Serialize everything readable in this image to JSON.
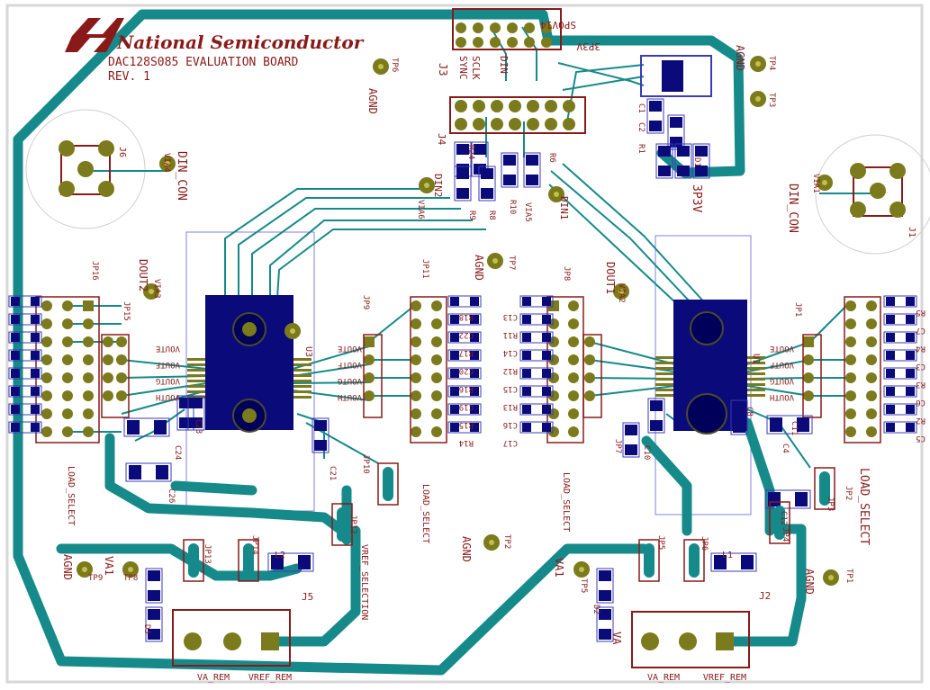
{
  "board": {
    "logo_text": "National Semiconductor",
    "title_line1": "DAC128S085 EVALUATION BOARD",
    "title_line2": "REV. 1"
  },
  "colors": {
    "background": "#ffffff",
    "outline": "#d7d7d7",
    "trace": "#168a8a",
    "silk": "#8a1a1a",
    "pad": "#7b7a1c",
    "pad_ring": "#c2c04a",
    "chip": "#0a0a7a",
    "smd_outline": "#3b3bb8",
    "keepout": "#8080e0",
    "brand": "#8a1a1a"
  },
  "connectors": {
    "j3": "J3",
    "j4": "J4",
    "j3_pin_labels": [
      "SP0V14",
      "3P3V",
      "SCLK",
      "DIN",
      "SYNC"
    ],
    "j5": "J5",
    "j2": "J2",
    "j5_pins": [
      "VA_REM",
      "VREF_REM"
    ],
    "j2_pins": [
      "VA_REM",
      "VREF_REM"
    ],
    "j6": "J6",
    "j1": "J1",
    "via_a4": "VIA4",
    "via_a1": "VIA1",
    "din_con_left": "DIN_CON",
    "din_con_right": "DIN_CON"
  },
  "ics": {
    "u3": "U3",
    "u1": "U1"
  },
  "test_points": {
    "tp6": "TP6",
    "tp4": "TP4",
    "tp3": "TP3",
    "tp7": "TP7",
    "tp2": "TP2",
    "tp1": "TP1",
    "tp9": "TP9",
    "tp8": "TP8",
    "tp5": "TP5"
  },
  "nets": {
    "agnd_top": "AGND",
    "agnd_tp7": "AGND",
    "agnd_tp2": "AGND",
    "agnd_left": "AGND",
    "agnd_right": "AGND",
    "agnd_tp4": "AGND",
    "net_3p3v": "3P3V",
    "din2": "DIN2",
    "din1": "DIN1",
    "dout2": "DOUT2",
    "dout1": "DOUT1",
    "va1_left": "VA1",
    "va1_right": "VA1",
    "va": "VA",
    "vref_selection": "VREF_SELECTION"
  },
  "jumpers": {
    "jp16": "JP16",
    "jp15": "JP15",
    "jp11": "JP11",
    "jp9": "JP9",
    "jp8": "JP8",
    "jp1": "JP1",
    "jp2": "JP2",
    "jp7": "JP7",
    "jp10": "JP10",
    "jp14": "JP14",
    "jp13": "JP13",
    "jp12": "JP12",
    "jp5": "JP5",
    "jp6": "JP6",
    "jp4": "JP4",
    "jp3": "JP3",
    "load_select_1": "LOAD_SELECT",
    "load_select_2": "LOAD_SELECT",
    "load_select_3": "LOAD_SELECT",
    "load_select_4": "LOAD_SELECT"
  },
  "parts": {
    "r24": "R24",
    "r6": "R6",
    "r9": "R9",
    "r8": "R8",
    "r10": "R10",
    "via_a5": "VIA5",
    "via_a6": "VIA6",
    "via_a2": "VIA2",
    "via_a3": "VIA3",
    "c1": "C1",
    "c2": "C2",
    "r1": "R1",
    "d1": "D1",
    "c21": "C21",
    "c23": "C23",
    "c24": "C24",
    "c26": "C26",
    "c10": "C10",
    "c11": "C11",
    "c12": "C12",
    "c4": "C4",
    "c8": "C8",
    "l2": "L2",
    "l1": "L1",
    "d3": "D3",
    "d2": "D2"
  },
  "bank_labels": {
    "mid_left": [
      "R18",
      "C22",
      "R17",
      "C20",
      "R16",
      "C19",
      "R15",
      "R14"
    ],
    "mid_right": [
      "C13",
      "R11",
      "C14",
      "R12",
      "C15",
      "R13",
      "C16",
      "C17"
    ],
    "right": [
      "R5",
      "C7",
      "R4",
      "C3",
      "R3",
      "C6",
      "R2",
      "C5"
    ],
    "vout_left": [
      "VOUTE",
      "VOUTF",
      "VOUTG",
      "VOUTH"
    ],
    "vout_mid": [
      "VOUTE",
      "VOUTF",
      "VOUTG",
      "VOUTH"
    ],
    "vout_right": [
      "VOUTE",
      "VOUTF",
      "VOUTG",
      "VOUTH"
    ]
  }
}
